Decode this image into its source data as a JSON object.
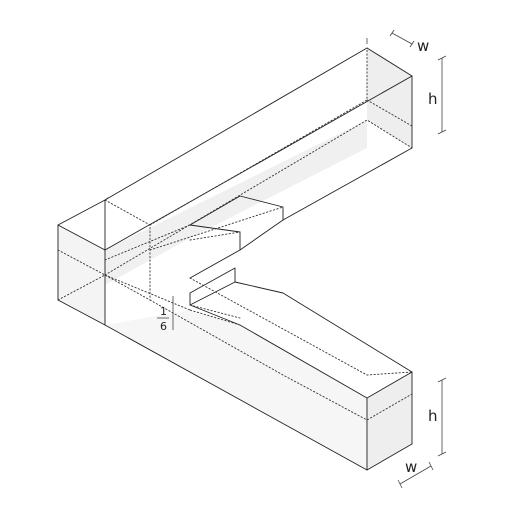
{
  "labels": {
    "top_width": "w",
    "top_height": "h",
    "bottom_height": "h",
    "bottom_width": "w",
    "fraction_numerator": "1",
    "fraction_denominator": "6"
  },
  "colors": {
    "line": "#222222",
    "face_shade": "#eeeeee",
    "face_light": "#f6f6f6",
    "background": "#ffffff"
  }
}
